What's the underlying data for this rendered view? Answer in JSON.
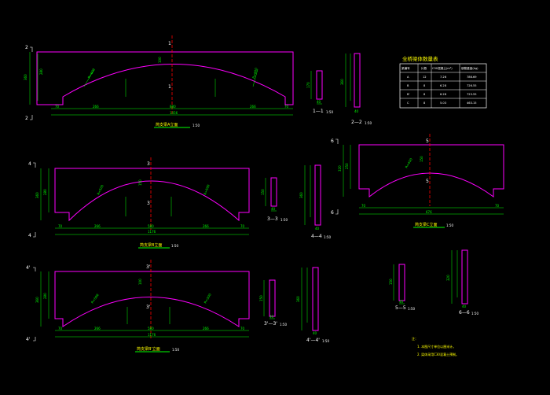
{
  "drawing": {
    "colors": {
      "background": "#000000",
      "outline": "#ff00ff",
      "dimension": "#00ff00",
      "centerline": "#ff0000",
      "text": "#ffffff",
      "title": "#ffff00",
      "underline": "#00ff00"
    },
    "section_marks": {
      "m2_top": "2",
      "m2_bot": "2",
      "m4_top": "4",
      "m4_bot": "4",
      "m6_top": "6",
      "m6_bot": "6",
      "m4p_top": "4'",
      "m4p_bot": "4'"
    },
    "elev1": {
      "title": "简支梁A立面",
      "scale": "1:50",
      "dims": {
        "total": "1456",
        "left_end": "70",
        "right_end": "70",
        "left_seg": "266",
        "mid_seg": "880",
        "right_seg": "266",
        "height": "360",
        "side_h": "280",
        "center_h": "100"
      },
      "radius_left": "R=600",
      "radius_right": "R=600",
      "section_top": "1",
      "section_bot": "1"
    },
    "elev2": {
      "title": "简支梁B立面",
      "scale": "1:50",
      "dims": {
        "total": "1176",
        "left_end": "70",
        "right_end": "70",
        "left_seg": "266",
        "mid_seg": "580",
        "right_seg": "266",
        "height": "360",
        "side_h": "280",
        "center_h": "150"
      },
      "radius_left": "R=500",
      "radius_right": "R=500",
      "section_top": "3",
      "section_bot": "3"
    },
    "elev3": {
      "title": "简支梁B'立面",
      "scale": "1:50",
      "dims": {
        "total": "1176",
        "left_end": "70",
        "right_end": "70",
        "left_seg": "266",
        "mid_seg": "580",
        "right_seg": "266",
        "height": "360",
        "side_h": "280",
        "center_h": "100"
      },
      "radius_left": "R=500",
      "radius_right": "R=500",
      "section_top": "3'",
      "section_bot": "3'"
    },
    "elev4": {
      "title": "简支梁C立面",
      "scale": "1:50",
      "dims": {
        "total": "676",
        "left_end": "70",
        "right_end": "70",
        "height": "320",
        "side_h": "250",
        "center_h": "150"
      },
      "radius": "R=400",
      "section_top": "5",
      "section_bot": "5"
    },
    "sections": {
      "s11": {
        "label": "1—1",
        "scale": "1:50",
        "dim_w": "40",
        "dim_h": "170"
      },
      "s22": {
        "label": "2—2",
        "scale": "1:50",
        "dim_w": "40",
        "dim_h": "360"
      },
      "s33": {
        "label": "3—3",
        "scale": "1:50",
        "dim_w": "40",
        "dim_h": "150"
      },
      "s44": {
        "label": "4—4",
        "scale": "1:50",
        "dim_w": "40",
        "dim_h": "360"
      },
      "s3p": {
        "label": "3'—3'",
        "scale": "1:50",
        "dim_w": "40",
        "dim_h": "150"
      },
      "s4p": {
        "label": "4'—4'",
        "scale": "1:50",
        "dim_w": "40",
        "dim_h": "360"
      },
      "s55": {
        "label": "5—5",
        "scale": "1:50",
        "dim_w": "40",
        "dim_h": "150"
      },
      "s66": {
        "label": "6—6",
        "scale": "1:50",
        "dim_w": "40",
        "dim_h": "320"
      }
    },
    "table": {
      "title": "全桥梁体数量表",
      "headers": [
        "梁编号",
        "片数",
        "C30混凝土(m³)",
        "钢筋重量(kg)"
      ],
      "rows": [
        [
          "A",
          "12",
          "7.26",
          "786.69"
        ],
        [
          "B",
          "8",
          "6.28",
          "726.55"
        ],
        [
          "B'",
          "8",
          "6.28",
          "723.55"
        ],
        [
          "C",
          "8",
          "5.03",
          "463.15"
        ]
      ]
    },
    "notes": {
      "heading": "注：",
      "line1": "1. 本图尺寸单位以厘米计。",
      "line2": "2. 梁体采用C30混凝土预制。"
    }
  }
}
